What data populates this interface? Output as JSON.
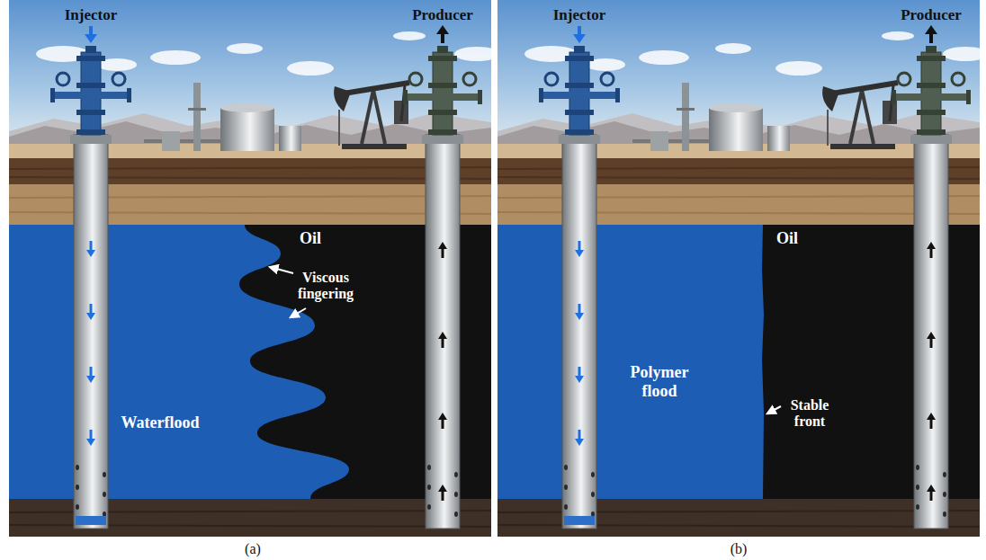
{
  "diagram": {
    "labels": [
      "Injector",
      "Producer",
      "Oil",
      "Viscous fingering",
      "Waterflood",
      "(a)",
      "Injector",
      "Producer",
      "Polymer flood",
      "Oil",
      "Stable front",
      "(b)"
    ]
  }
}
